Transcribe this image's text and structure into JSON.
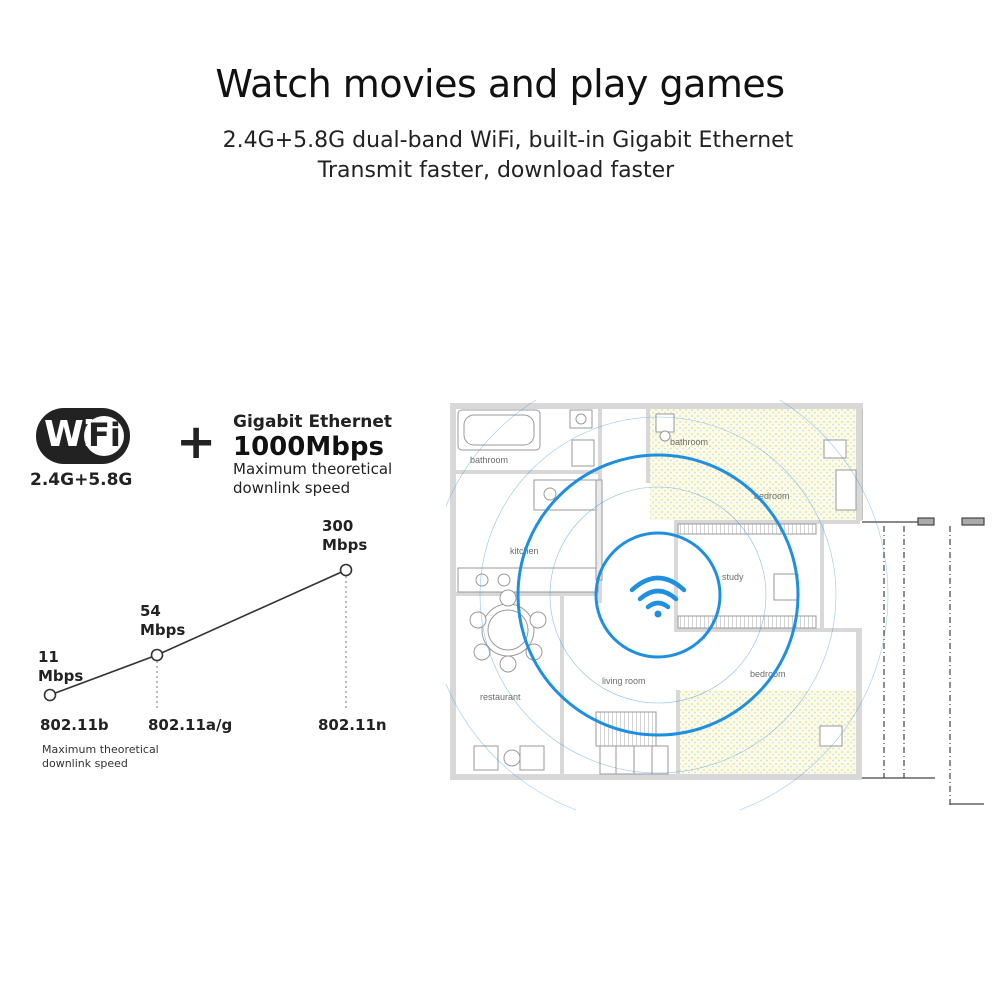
{
  "header": {
    "title": "Watch movies and play games",
    "subtitle_line1": "2.4G+5.8G dual-band WiFi, built-in Gigabit Ethernet",
    "subtitle_line2": "Transmit faster, download faster"
  },
  "wifi_badge": {
    "text_left": "Wi",
    "text_right": "Fi",
    "band": "2.4G+5.8G"
  },
  "plus_sign": "+",
  "ethernet": {
    "title": "Gigabit Ethernet",
    "speed": "1000Mbps",
    "desc_line1": "Maximum theoretical",
    "desc_line2": "downlink speed"
  },
  "speed_chart": {
    "points": [
      {
        "standard": "802.11b",
        "value_line1": "11",
        "value_line2": "Mbps",
        "mbps": 11
      },
      {
        "standard": "802.11a/g",
        "value_line1": "54",
        "value_line2": "Mbps",
        "mbps": 54
      },
      {
        "standard": "802.11n",
        "value_line1": "300",
        "value_line2": "Mbps",
        "mbps": 300
      }
    ],
    "note_line1": "Maximum theoretical",
    "note_line2": "downlink speed"
  },
  "floorplan": {
    "rooms": [
      "bathroom",
      "bathroom",
      "bedroom",
      "kitchen",
      "study",
      "restaurant",
      "living room",
      "bedroom"
    ],
    "signal_color": "#1f8fe0"
  }
}
